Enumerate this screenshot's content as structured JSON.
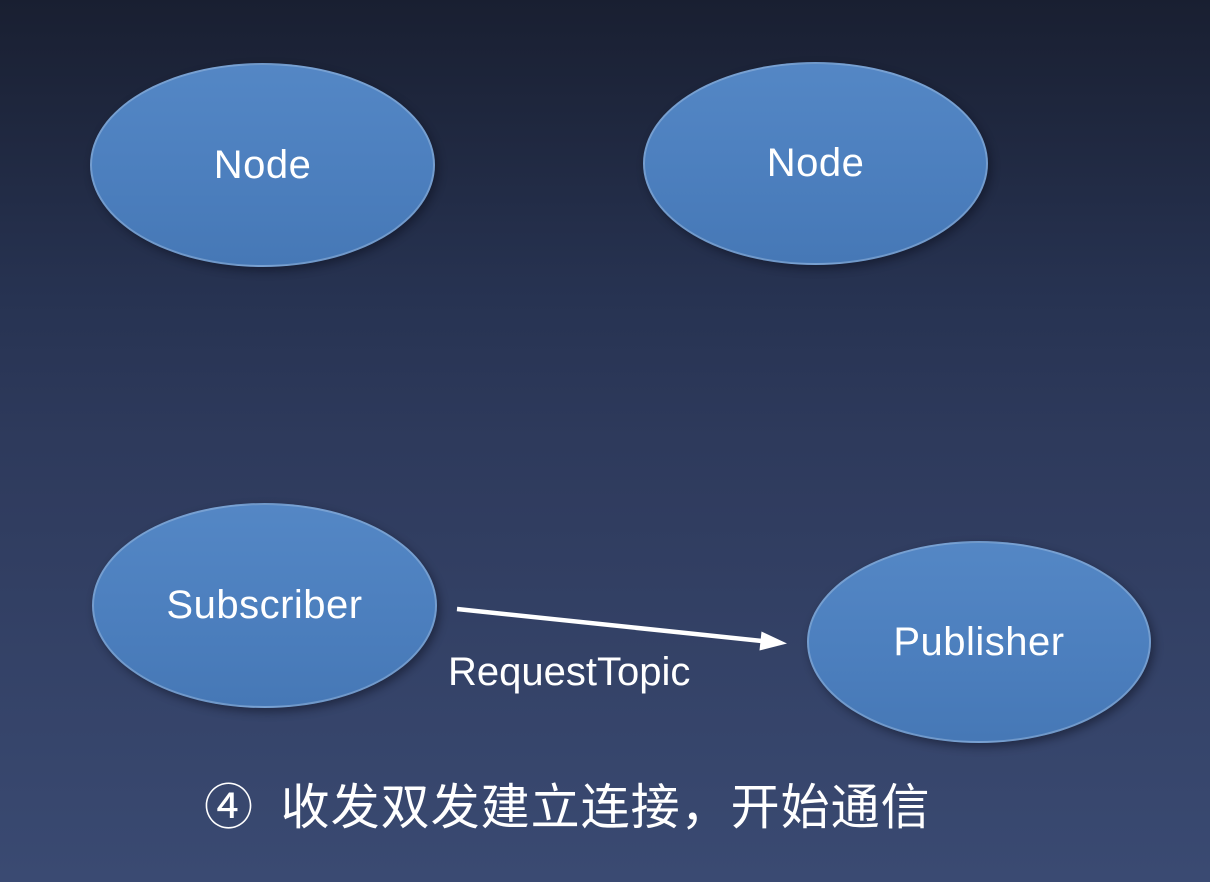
{
  "slide": {
    "nodes": [
      {
        "id": "node-top-left",
        "label": "Node"
      },
      {
        "id": "node-top-right",
        "label": "Node"
      },
      {
        "id": "subscriber",
        "label": "Subscriber"
      },
      {
        "id": "publisher",
        "label": "Publisher"
      }
    ],
    "arrow": {
      "label": "RequestTopic",
      "from": "Subscriber",
      "to": "Publisher"
    },
    "caption": "④ 收发双发建立连接，开始通信",
    "colors": {
      "background_top": "#191f31",
      "background_middle": "#2e3a5c",
      "background_bottom": "#3a4a72",
      "ellipse_fill": "#4c7fbe",
      "ellipse_border": "#a5c0e2",
      "text": "#ffffff",
      "arrow": "#ffffff"
    }
  }
}
